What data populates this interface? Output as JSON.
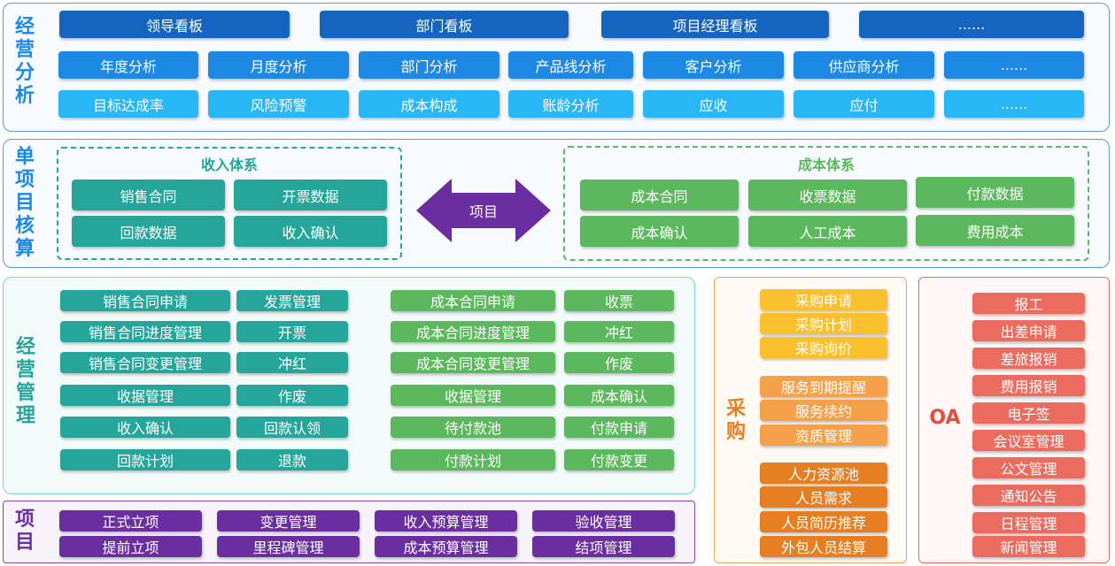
{
  "s1": {
    "title": "经营分析",
    "row1": [
      "领导看板",
      "部门看板",
      "项目经理看板",
      "......"
    ],
    "row2": [
      "年度分析",
      "月度分析",
      "部门分析",
      "产品线分析",
      "客户分析",
      "供应商分析",
      "......"
    ],
    "row3": [
      "目标达成率",
      "风险预警",
      "成本构成",
      "账龄分析",
      "应收",
      "应付",
      "......"
    ]
  },
  "s2": {
    "title": "单项目核算",
    "income": {
      "title": "收入体系",
      "items": [
        "销售合同",
        "开票数据",
        "回款数据",
        "收入确认"
      ]
    },
    "arrow": "项目",
    "cost": {
      "title": "成本体系",
      "items": [
        "成本合同",
        "收票数据",
        "付款数据",
        "成本确认",
        "人工成本",
        "费用成本"
      ]
    }
  },
  "s3": {
    "title": "经营管理",
    "col1": [
      "销售合同申请",
      "销售合同进度管理",
      "销售合同变更管理",
      "收据管理",
      "收入确认",
      "回款计划"
    ],
    "col2": [
      "发票管理",
      "开票",
      "冲红",
      "作废",
      "回款认领",
      "退款"
    ],
    "col3": [
      "成本合同申请",
      "成本合同进度管理",
      "成本合同变更管理",
      "收据管理",
      "待付款池",
      "付款计划"
    ],
    "col4": [
      "收票",
      "冲红",
      "作废",
      "成本确认",
      "付款申请",
      "付款变更"
    ]
  },
  "s4": {
    "title": "项目",
    "row1": [
      "正式立项",
      "变更管理",
      "收入预算管理",
      "验收管理"
    ],
    "row2": [
      "提前立项",
      "里程碑管理",
      "成本预算管理",
      "结项管理"
    ]
  },
  "s5": {
    "title": "采购",
    "g1": [
      "采购申请",
      "采购计划",
      "采购询价"
    ],
    "g2": [
      "服务到期提醒",
      "服务续约",
      "资质管理"
    ],
    "g3": [
      "人力资源池",
      "人员需求",
      "人员简历推荐",
      "外包人员结算"
    ]
  },
  "s6": {
    "title": "OA",
    "items": [
      "报工",
      "出差申请",
      "差旅报销",
      "费用报销",
      "电子签",
      "会议室管理",
      "公文管理",
      "通知公告",
      "日程管理",
      "新闻管理"
    ]
  },
  "colors": {
    "analysis_border": "#5b9bd5",
    "management_border": "#7fd1c8",
    "project_border": "#8e44ad",
    "purchase_border": "#f0a35a",
    "oa_border": "#ec6b5f",
    "title_blue": "#1e88e5",
    "title_teal": "#26a69a",
    "title_purple": "#6a2ea0",
    "title_orange": "#e67e22",
    "title_red": "#e74c3c"
  }
}
